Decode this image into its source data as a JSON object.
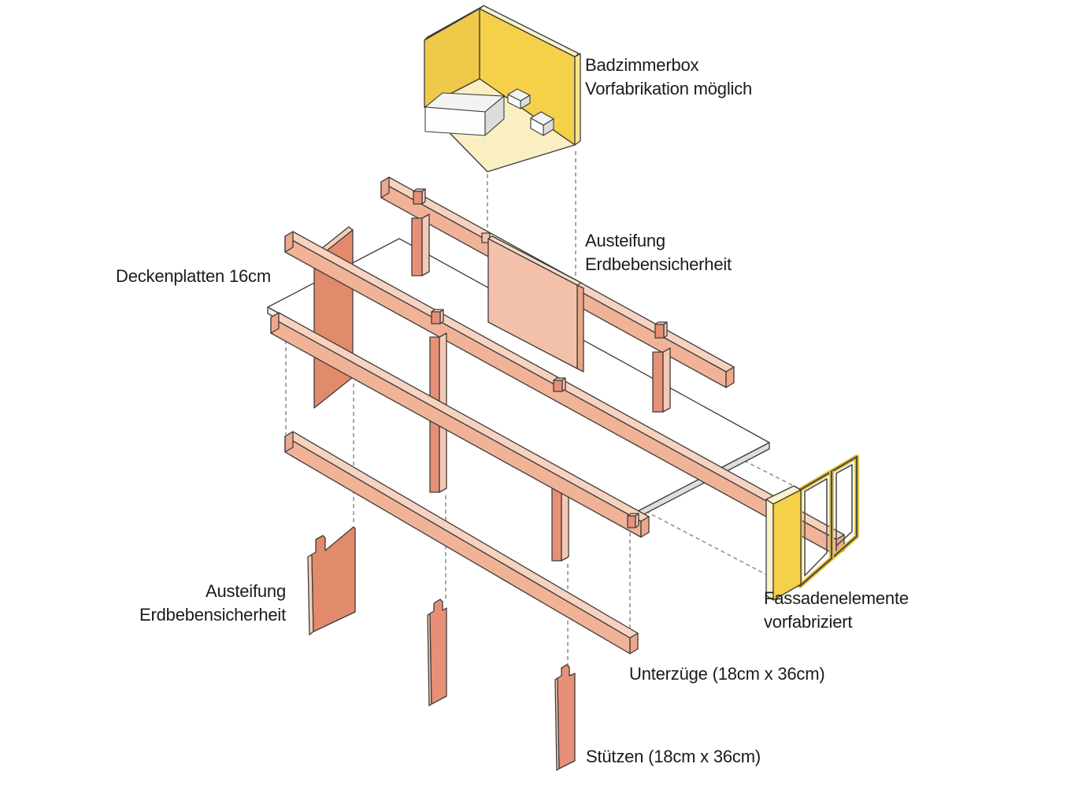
{
  "diagram": {
    "description": "Exploded axonometric construction diagram of a prefabricated building system",
    "labels": {
      "badzimmerbox": {
        "line1": "Badzimmerbox",
        "line2": "Vorfabrikation möglich"
      },
      "austeifung_top": {
        "line1": "Austeifung",
        "line2": "Erdbebensicherheit"
      },
      "deckenplatten": {
        "text": "Deckenplatten 16cm"
      },
      "austeifung_bottom": {
        "line1": "Austeifung",
        "line2": "Erdbebensicherheit"
      },
      "fassadenelemente": {
        "line1": "Fassadenelemente",
        "line2": "vorfabriziert"
      },
      "unterzuege": {
        "text": "Unterzüge (18cm x 36cm)"
      },
      "stuetzen": {
        "text": "Stützen (18cm x 36cm)"
      }
    },
    "colors": {
      "outline": "#3C3C3C",
      "dash": "#8C8C8C",
      "text": "#1B1B1B",
      "beam-top": "#F7D3BF",
      "beam-front": "#F1B397",
      "beam-end": "#EDA78A",
      "col-front": "#E79077",
      "col-side": "#F5C8B3",
      "wall-front": "#F3C0AA",
      "wall-side": "#E9A587",
      "wall-top": "#F9DDCB",
      "wall2-front": "#E28A6C",
      "wall2-strip": "#F6CEB9",
      "slab-top": "#FFFFFF",
      "slab-edge-u": "#ECECEA",
      "slab-edge-v": "#DEDEDC",
      "yellow-wall": "#F4D149",
      "yellow-inner": "#EFC94A",
      "yellow-floor": "#F9EFC3",
      "yellow-strip": "#F8E586",
      "yellow-pale": "#FBF2CC",
      "tub-top": "#F3F3F1",
      "tub-front": "#FEFEFE",
      "tub-side": "#DCDCDA",
      "frame-dark": "#4F4F4F",
      "frame-yellow": "#EBC937",
      "bg": "#FFFFFF"
    }
  }
}
